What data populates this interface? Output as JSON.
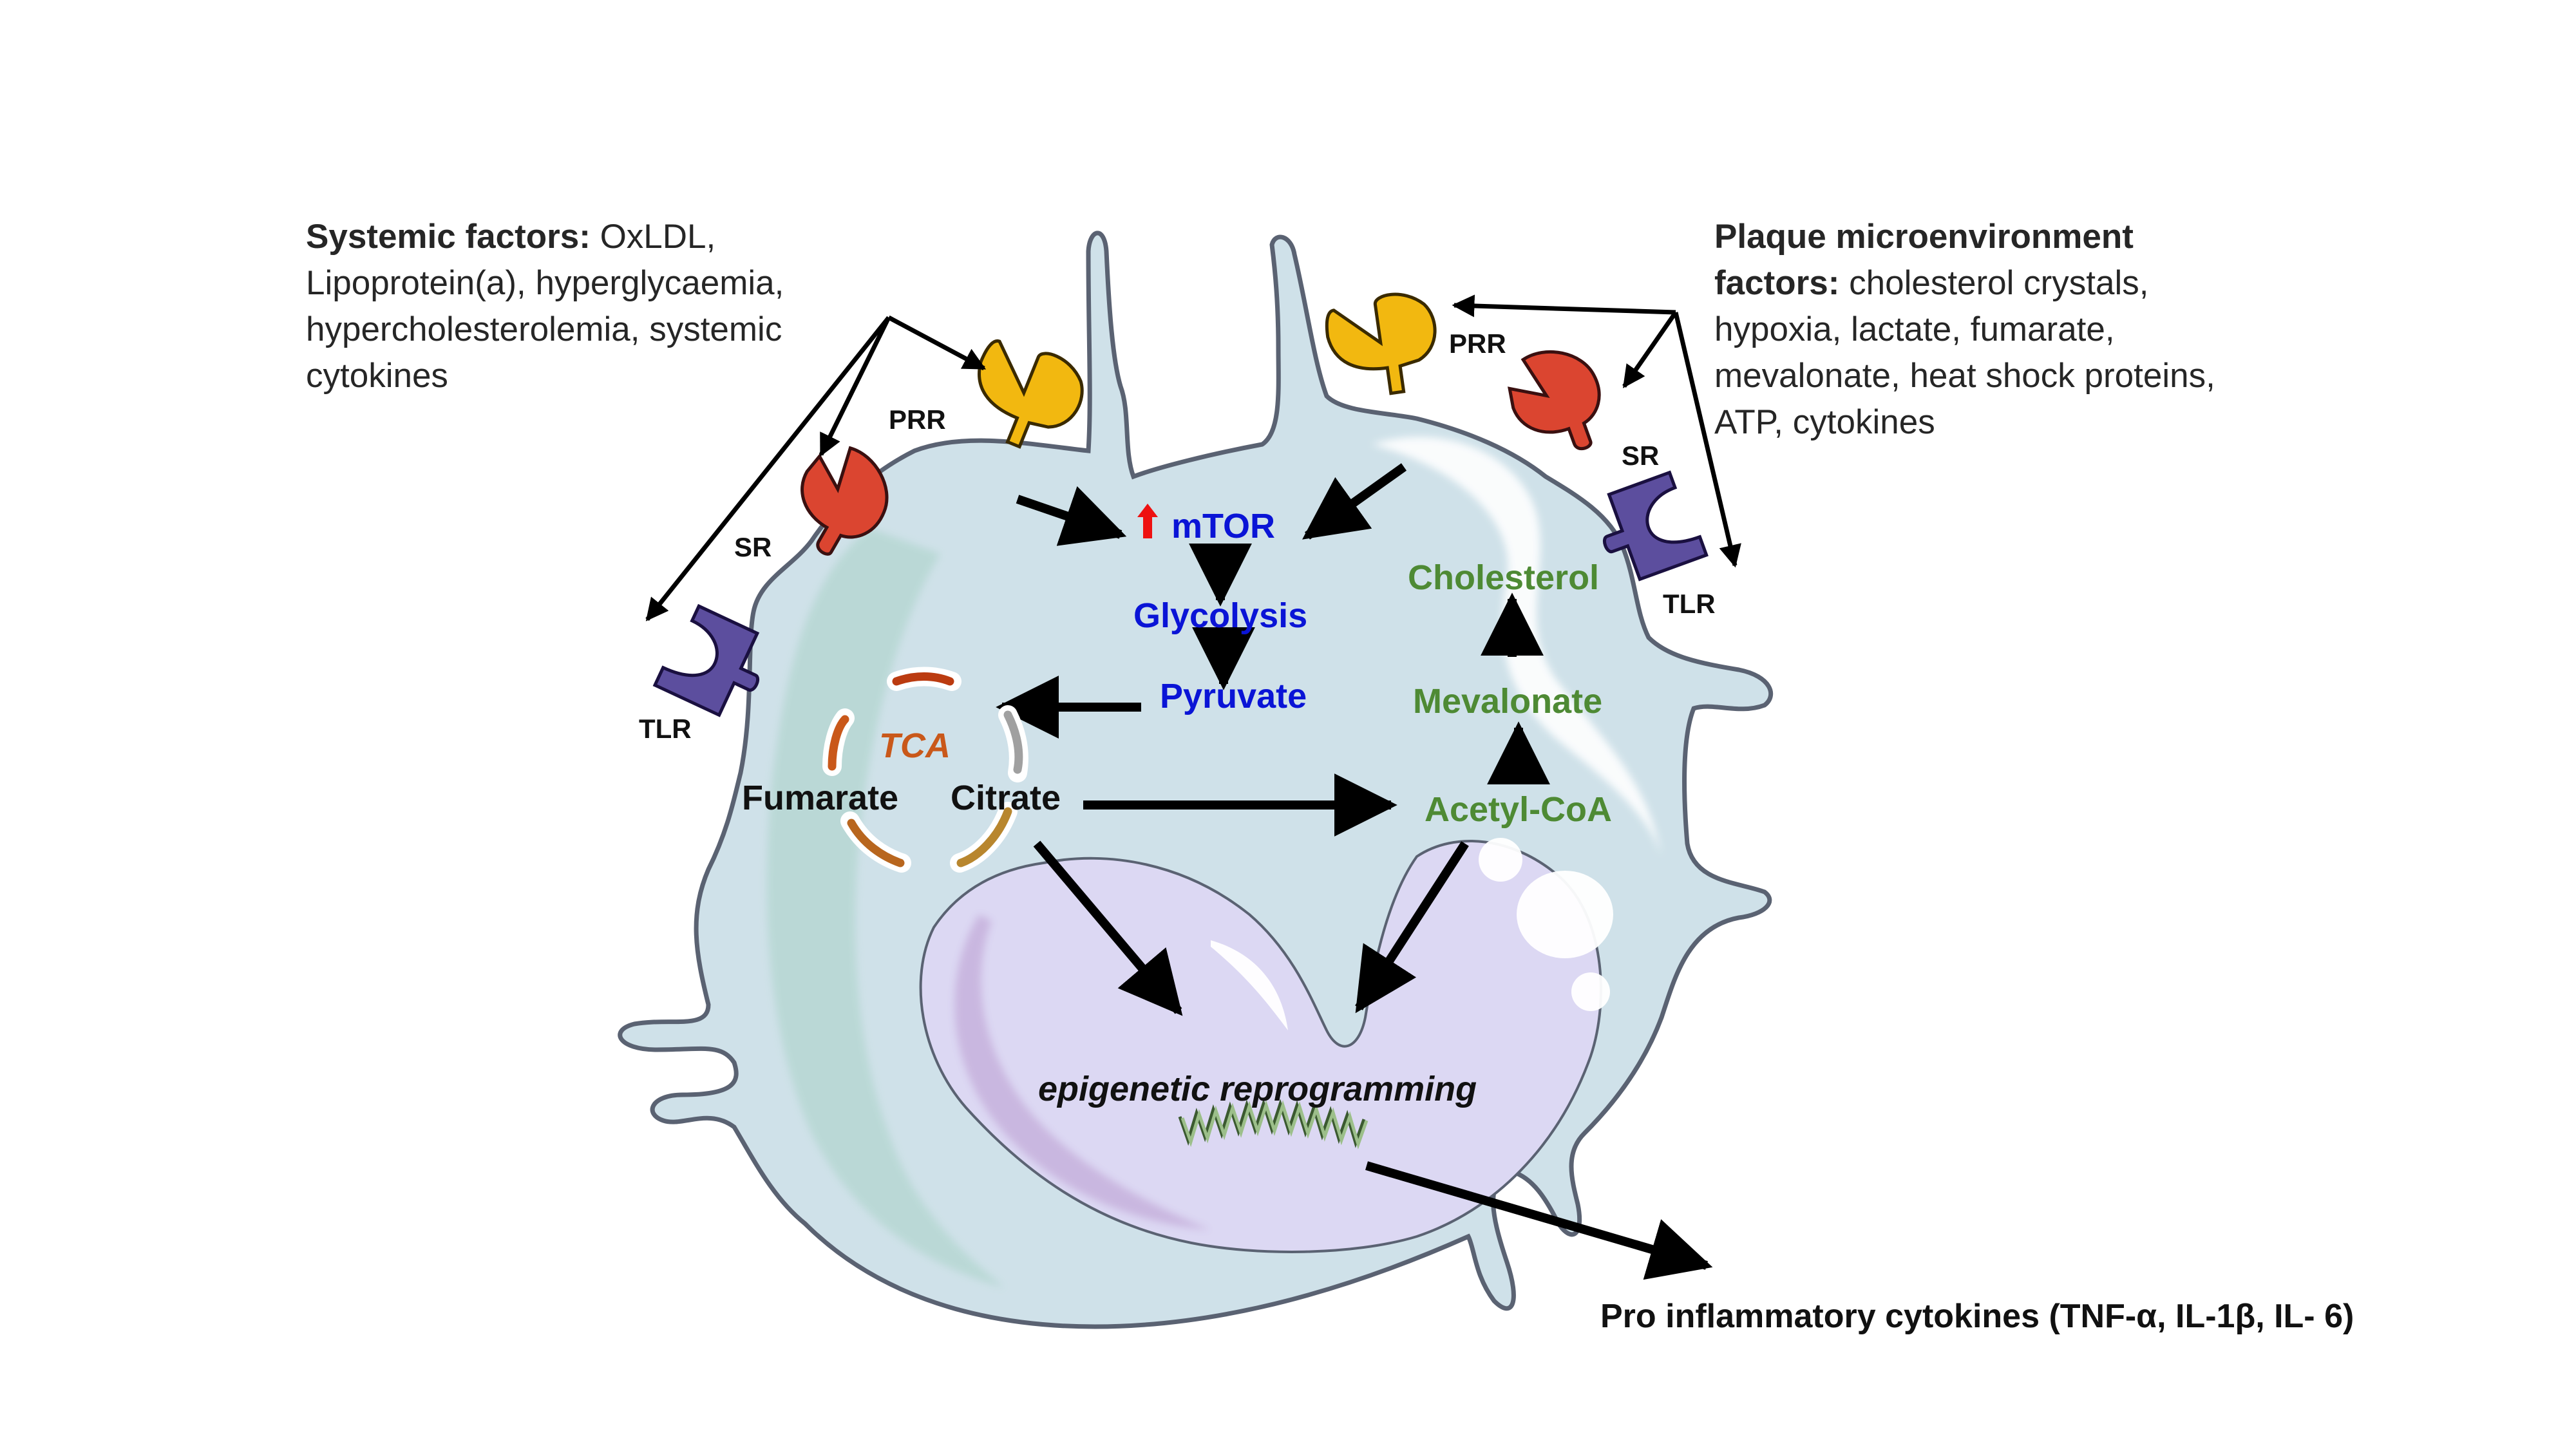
{
  "systemic_factors": {
    "heading": "Systemic factors:",
    "lines": [
      " OxLDL,",
      "Lipoprotein(a), hyperglycaemia,",
      "hypercholesterolemia, systemic",
      "cytokines"
    ]
  },
  "plaque_factors": {
    "heading_line1": "Plaque microenvironment",
    "heading_line2": "factors:",
    "lines": [
      " cholesterol crystals,",
      "hypoxia, lactate, fumarate,",
      "mevalonate, heat shock proteins,",
      "ATP, cytokines"
    ]
  },
  "receptors": {
    "left": {
      "prr": "PRR",
      "sr": "SR",
      "tlr": "TLR"
    },
    "right": {
      "prr": "PRR",
      "sr": "SR",
      "tlr": "TLR"
    }
  },
  "glycolytic_pathway": {
    "mtor": "mTOR",
    "mtor_indicator": "up-arrow-icon",
    "glycolysis": "Glycolysis",
    "pyruvate": "Pyruvate"
  },
  "tca_cycle": {
    "label": "TCA",
    "fumarate": "Fumarate",
    "citrate": "Citrate"
  },
  "cholesterol_pathway": {
    "acetyl_coa": "Acetyl-CoA",
    "mevalonate": "Mevalonate",
    "cholesterol": "Cholesterol"
  },
  "nucleus": {
    "label": "epigenetic reprogramming",
    "dna_icon": "dna-helix-icon"
  },
  "output": {
    "label": "Pro inflammatory cytokines (TNF-α, IL-1β, IL- 6)"
  },
  "colors": {
    "cell_fill": "#cfe1e9",
    "cell_shade": "#b8d8d4",
    "membrane": "#5a6272",
    "nucleus_fill": "#dcd8f3",
    "nucleus_shade": "#c8b4de",
    "prr": "#f2b810",
    "sr": "#db4530",
    "tlr": "#5c4e9e",
    "glycolysis_text": "#0a14d6",
    "cholesterol_text": "#4e8a34",
    "tca_text": "#c9581a",
    "mtor_up_arrow": "#ee1111"
  }
}
